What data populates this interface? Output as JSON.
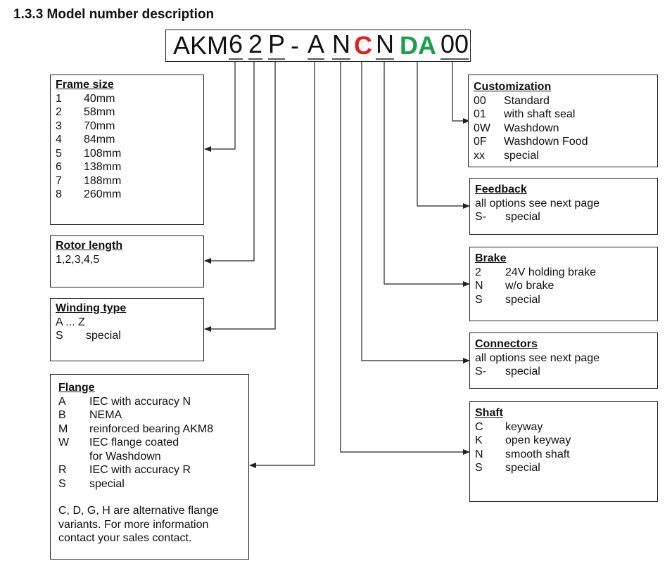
{
  "heading": "1.3.3 Model number description",
  "model": {
    "prefix": "AKM",
    "frame": "6",
    "rotor": "2",
    "winding": "P",
    "dash": "-",
    "flange": "A",
    "shaft": "N",
    "connectors": "C",
    "brake": "N",
    "feedback": "DA",
    "customization": "00",
    "colors": {
      "connectors": "#e02121",
      "feedback": "#1aa04a"
    }
  },
  "frame_size": {
    "title": "Frame size",
    "items": [
      {
        "code": "1",
        "desc": "40mm"
      },
      {
        "code": "2",
        "desc": "58mm"
      },
      {
        "code": "3",
        "desc": "70mm"
      },
      {
        "code": "4",
        "desc": "84mm"
      },
      {
        "code": "5",
        "desc": "108mm"
      },
      {
        "code": "6",
        "desc": "138mm"
      },
      {
        "code": "7",
        "desc": "188mm"
      },
      {
        "code": "8",
        "desc": "260mm"
      }
    ]
  },
  "rotor_length": {
    "title": "Rotor length",
    "text": "1,2,3,4,5"
  },
  "winding_type": {
    "title": "Winding type",
    "line1": "A ... Z",
    "items": [
      {
        "code": "S",
        "desc": "special"
      }
    ]
  },
  "flange": {
    "title": "Flange",
    "items": [
      {
        "code": "A",
        "desc": "IEC with accuracy N"
      },
      {
        "code": "B",
        "desc": "NEMA"
      },
      {
        "code": "M",
        "desc": "reinforced bearing AKM8"
      },
      {
        "code": "W",
        "desc": "IEC flange coated"
      },
      {
        "code": "",
        "desc": "for Washdown"
      },
      {
        "code": "R",
        "desc": "IEC with accuracy R"
      },
      {
        "code": "S",
        "desc": "special"
      }
    ],
    "note": [
      "C, D, G, H are alternative flange",
      "variants. For more information",
      "contact your sales contact."
    ]
  },
  "customization": {
    "title": "Customization",
    "items": [
      {
        "code": "00",
        "desc": "Standard"
      },
      {
        "code": "01",
        "desc": "with shaft seal"
      },
      {
        "code": "0W",
        "desc": "Washdown"
      },
      {
        "code": "0F",
        "desc": "Washdown Food"
      },
      {
        "code": "xx",
        "desc": "special"
      }
    ]
  },
  "feedback": {
    "title": "Feedback",
    "line1": "all options see next page",
    "items": [
      {
        "code": "S-",
        "desc": "special"
      }
    ]
  },
  "brake": {
    "title": "Brake",
    "items": [
      {
        "code": "2",
        "desc": "24V holding brake"
      },
      {
        "code": "N",
        "desc": "w/o brake"
      },
      {
        "code": "S",
        "desc": "special"
      }
    ]
  },
  "connectors": {
    "title": "Connectors",
    "line1": "all options see next page",
    "items": [
      {
        "code": "S-",
        "desc": "special"
      }
    ]
  },
  "shaft": {
    "title": "Shaft",
    "items": [
      {
        "code": "C",
        "desc": "keyway"
      },
      {
        "code": "K",
        "desc": "open keyway"
      },
      {
        "code": "N",
        "desc": "smooth shaft"
      },
      {
        "code": "S",
        "desc": "special"
      }
    ]
  }
}
